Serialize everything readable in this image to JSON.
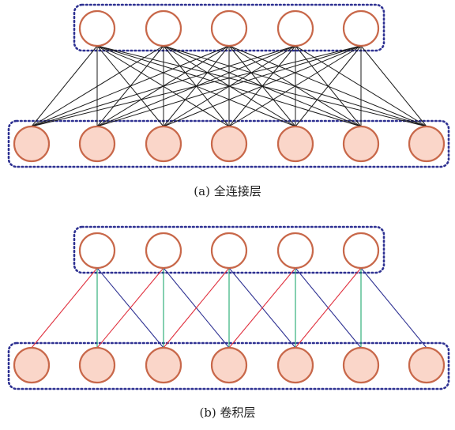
{
  "panels": [
    {
      "caption": "(a) 全连接层",
      "kind": "fully-connected",
      "output_nodes": 5,
      "input_nodes": 7,
      "input_fill": "#fad6c9",
      "output_fill": "#ffffff"
    },
    {
      "caption": "(b) 卷积层",
      "kind": "convolution",
      "output_nodes": 5,
      "input_nodes": 7,
      "kernel_size": 3,
      "input_fill": "#fad6c9",
      "output_fill": "#ffffff"
    }
  ],
  "colors": {
    "node_stroke": "#c8684a",
    "group_border": "#2e3192",
    "dense_edge": "#1a1a1a",
    "kernel_edge_left": "#e0303e",
    "kernel_edge_center": "#1fa870",
    "kernel_edge_right": "#2e3192"
  }
}
